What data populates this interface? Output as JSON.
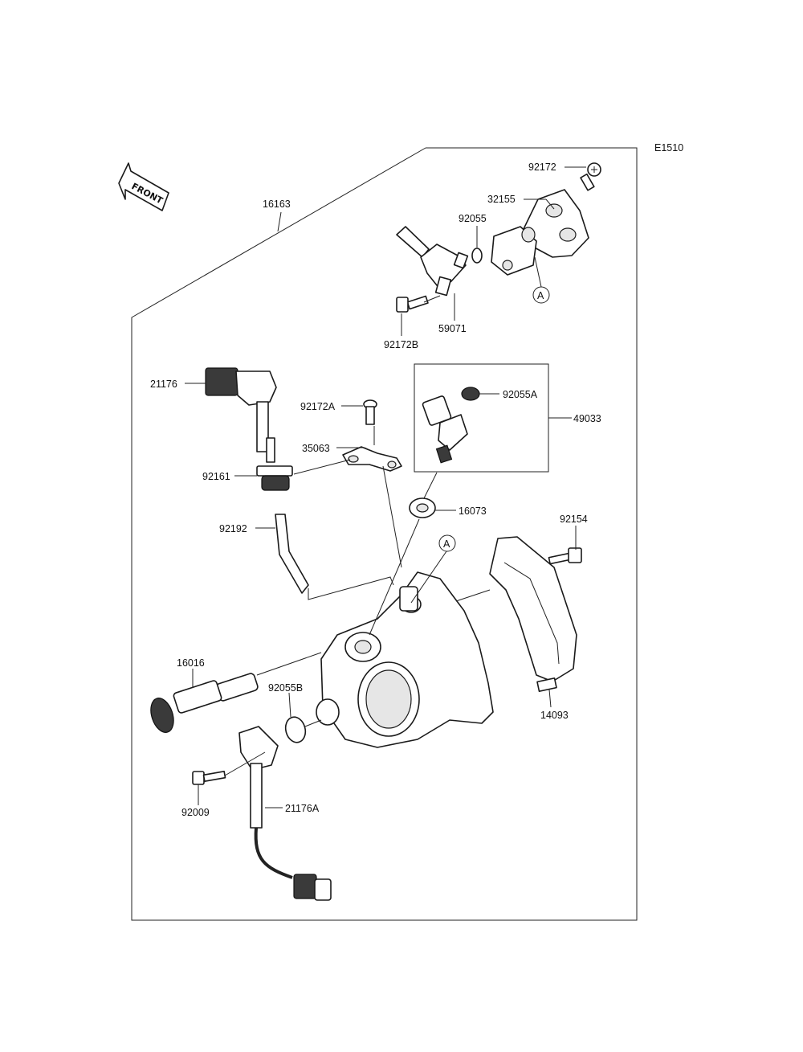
{
  "diagram_code": "E1510",
  "front_label": "FRONT",
  "ref_marker": "A",
  "part_numbers": {
    "p16163": "16163",
    "p92172": "92172",
    "p32155": "32155",
    "p92055": "92055",
    "p59071": "59071",
    "p92172B": "92172B",
    "p21176": "21176",
    "p92172A": "92172A",
    "p35063": "35063",
    "p92161": "92161",
    "p92192": "92192",
    "p92055A": "92055A",
    "p49033": "49033",
    "p16073": "16073",
    "p92154": "92154",
    "p16016": "16016",
    "p92055B": "92055B",
    "p14093": "14093",
    "p92009": "92009",
    "p21176A": "21176A"
  }
}
